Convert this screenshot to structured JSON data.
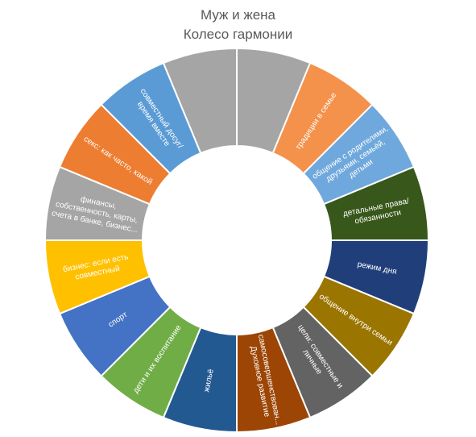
{
  "chart_data": {
    "type": "doughnut",
    "title_lines": [
      "Муж и жена",
      "Колесо гармонии"
    ],
    "values": [
      1,
      1,
      1,
      1,
      1,
      1,
      1,
      1,
      1,
      1,
      1,
      1,
      1,
      1,
      1,
      1
    ],
    "labels": [
      {
        "lines": [
          ""
        ],
        "color": "#A5A5A5"
      },
      {
        "lines": [
          "традиции в семье"
        ],
        "color": "#F4914B"
      },
      {
        "lines": [
          "общение с родителями,",
          "друзьями, семьёй,",
          "детьми"
        ],
        "color": "#6FA8DC"
      },
      {
        "lines": [
          "детальные права/",
          "обязанности"
        ],
        "color": "#38571A"
      },
      {
        "lines": [
          "режим дня"
        ],
        "color": "#203F7A"
      },
      {
        "lines": [
          "общение внутри семьи"
        ],
        "color": "#9A7500"
      },
      {
        "lines": [
          "цели: совместные и",
          "личные"
        ],
        "color": "#636363"
      },
      {
        "lines": [
          "самосовершенствован...",
          "Духовное развитие"
        ],
        "color": "#9C4504"
      },
      {
        "lines": [
          "жильё"
        ],
        "color": "#235991"
      },
      {
        "lines": [
          "дети и их воспитание"
        ],
        "color": "#70AD47"
      },
      {
        "lines": [
          "спорт"
        ],
        "color": "#4472C4"
      },
      {
        "lines": [
          "бизнес: если есть",
          "совместный"
        ],
        "color": "#FFC000"
      },
      {
        "lines": [
          "финансы,",
          "собственность, карты,",
          "счета в банке, бизнес..."
        ],
        "color": "#A5A5A5"
      },
      {
        "lines": [
          "секс: как часто, какой"
        ],
        "color": "#ED7D31"
      },
      {
        "lines": [
          "совместный досуг/",
          "время вместе"
        ],
        "color": "#5B9BD5"
      },
      {
        "lines": [
          ""
        ],
        "color": "#A5A5A5"
      }
    ],
    "legend": "none"
  }
}
